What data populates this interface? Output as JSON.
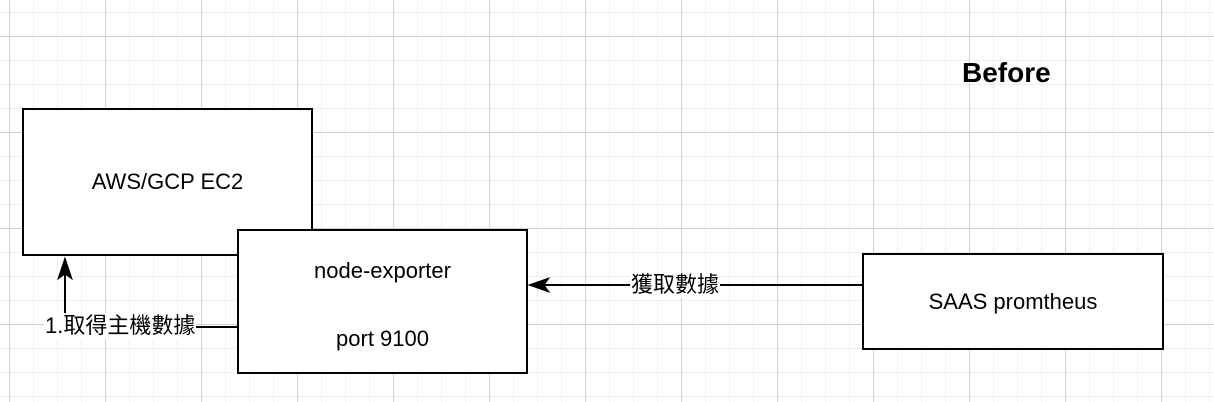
{
  "diagram": {
    "title": "Before",
    "nodes": [
      {
        "id": "ec2",
        "lines": [
          "AWS/GCP EC2"
        ]
      },
      {
        "id": "node-exporter",
        "lines": [
          "node-exporter",
          "port 9100"
        ]
      },
      {
        "id": "saas-prometheus",
        "lines": [
          "SAAS promtheus"
        ]
      }
    ],
    "edges": [
      {
        "from": "node-exporter",
        "to": "ec2",
        "label": "1.取得主機數據"
      },
      {
        "from": "saas-prometheus",
        "to": "node-exporter",
        "label": "獲取數據"
      }
    ],
    "colors": {
      "stroke": "#000000",
      "fill": "#ffffff",
      "grid_major": "#d0d0d0",
      "grid_minor": "#efefef"
    }
  }
}
